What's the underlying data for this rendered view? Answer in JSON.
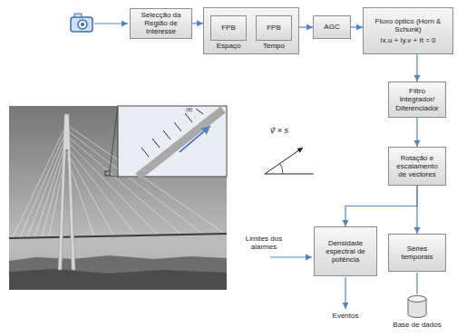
{
  "diagram": {
    "nodes": [
      {
        "text": [
          "Selecção da Região de Interesse"
        ]
      },
      {
        "text": []
      },
      {
        "text": [
          "FPB",
          "Espaço"
        ],
        "in": 1
      },
      {
        "text": [
          "FPB",
          "Tempo"
        ],
        "in": 1
      },
      {
        "text": [
          "AGC"
        ]
      },
      {
        "text": [
          "Fluxo óptico (Horn & Schunk)",
          "Ix.u + Iy.v + It = 0"
        ]
      },
      {
        "text": [
          "Filtro Integrador/ Diferenciador"
        ]
      },
      {
        "text": [
          "Rotação e escalamento de vectores"
        ]
      },
      {
        "text": [
          "Densidade espectral de potência"
        ]
      },
      {
        "text": [
          "Séries temporais"
        ]
      }
    ],
    "edges": [
      {
        "from": 0,
        "to": 1,
        "arrow": "to"
      },
      {
        "from": 1,
        "to": 4,
        "arrow": "to"
      },
      {
        "from": 4,
        "to": 5,
        "arrow": "to"
      },
      {
        "from": 5,
        "to": 6,
        "arrow": "to"
      },
      {
        "from": 6,
        "to": 7,
        "arrow": "to"
      },
      {
        "from": 7,
        "to": 8,
        "arrow": "to"
      },
      {
        "from": 7,
        "to": 9,
        "arrow": "to"
      }
    ],
    "labels": [
      "v⃗ × s",
      "(θ)",
      "Limites dos alarmes",
      "Eventos",
      "Base de dados"
    ]
  }
}
